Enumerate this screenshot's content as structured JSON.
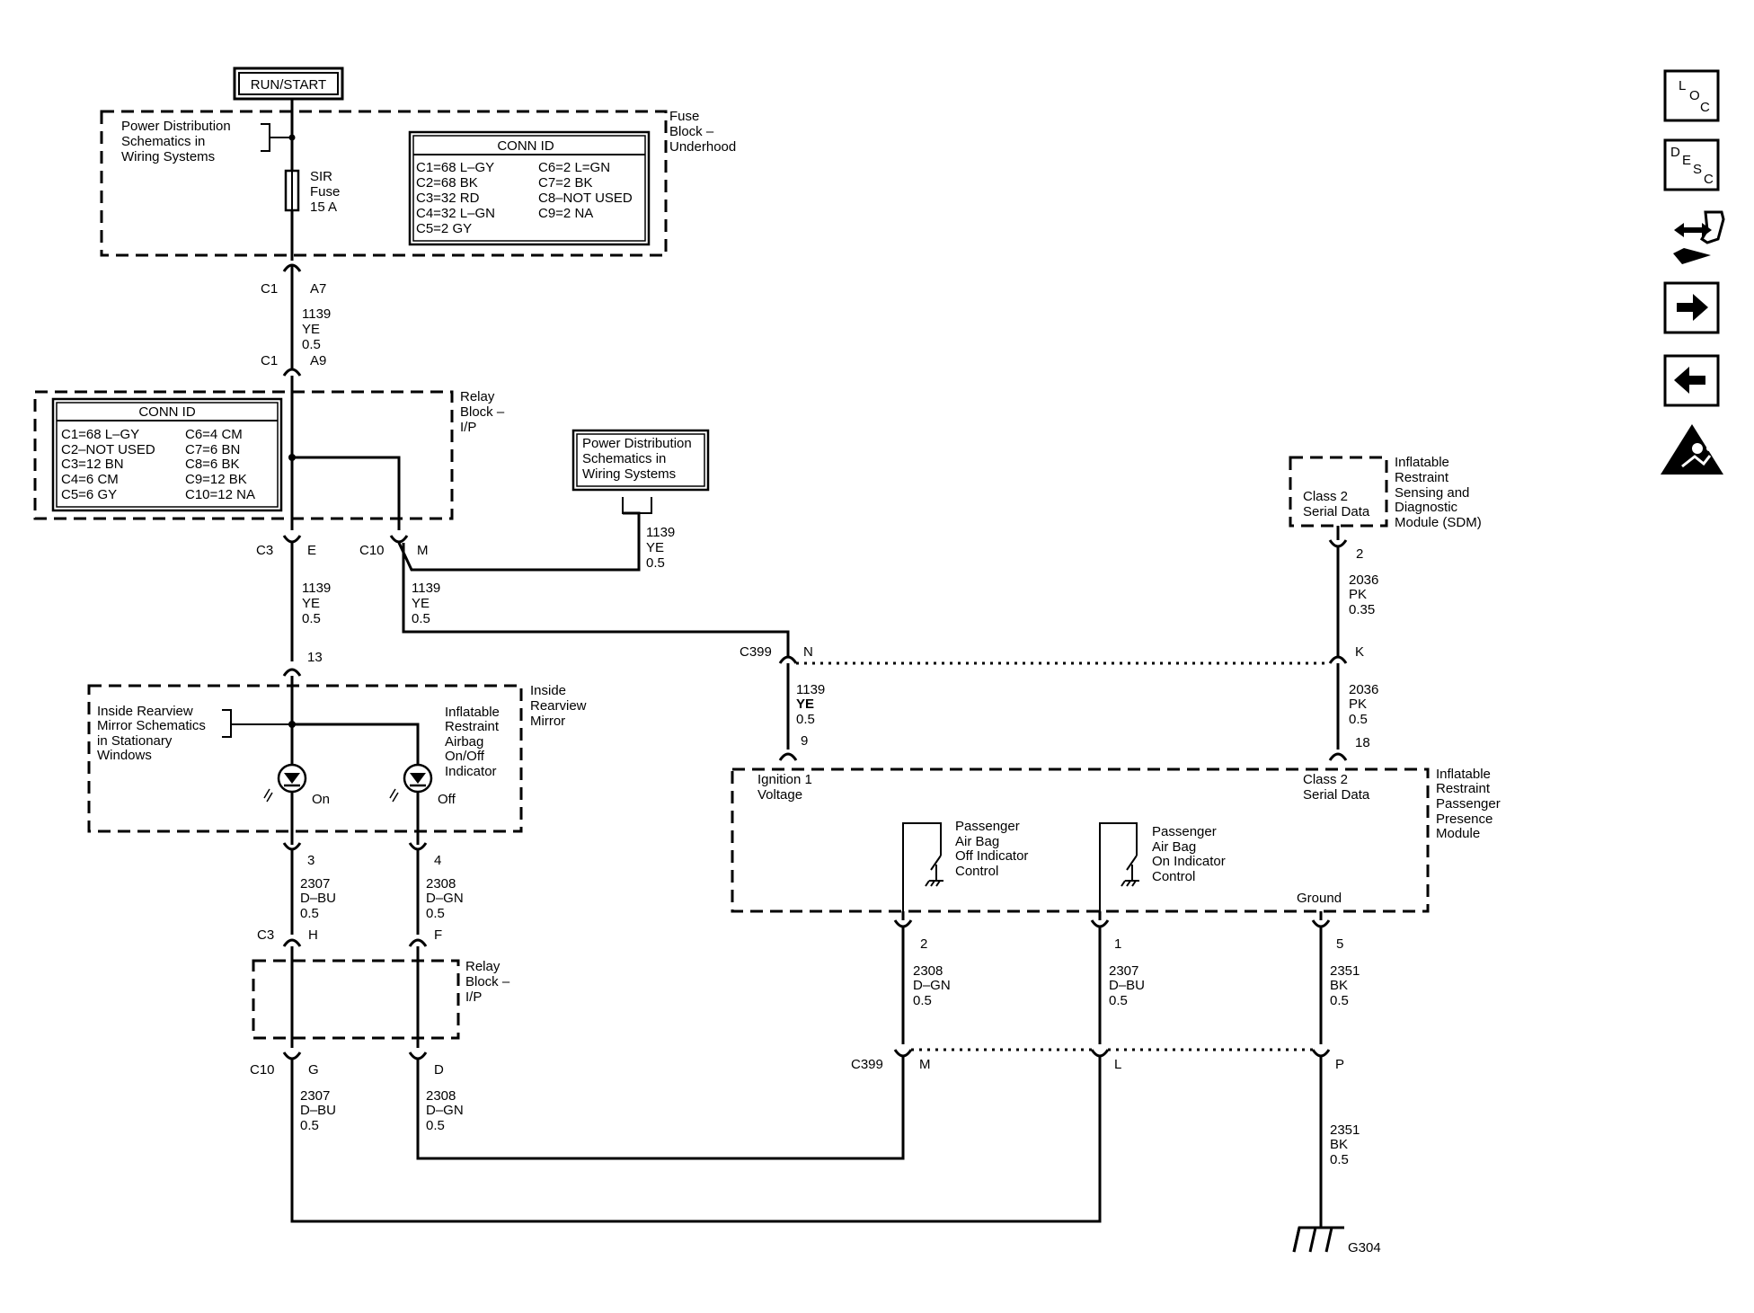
{
  "run_start": "RUN/START",
  "fuse_block": {
    "name": [
      "Fuse",
      "Block –",
      "Underhood"
    ],
    "note": [
      "Power Distribution",
      "Schematics in",
      "Wiring Systems"
    ],
    "fuse": [
      "SIR",
      "Fuse",
      "15 A"
    ],
    "conn_title": "CONN ID",
    "conn_left": [
      "C1=68 L–GY",
      "C2=68 BK",
      "C3=32 RD",
      "C4=32 L–GN",
      "C5=2 GY"
    ],
    "conn_right": [
      "C6=2 L=GN",
      "C7=2 BK",
      "C8–NOT USED",
      "C9=2 NA"
    ]
  },
  "relay_block_top": {
    "name": [
      "Relay",
      "Block –",
      "I/P"
    ],
    "conn_title": "CONN ID",
    "conn_left": [
      "C1=68 L–GY",
      "C2–NOT USED",
      "C3=12 BN",
      "C4=6 CM",
      "C5=6 GY"
    ],
    "conn_right": [
      "C6=4 CM",
      "C7=6 BN",
      "C8=6 BK",
      "C9=12 BK",
      "C10=12 NA"
    ]
  },
  "relay_block_bottom": {
    "name": [
      "Relay",
      "Block –",
      "I/P"
    ]
  },
  "power_dist_box": [
    "Power Distribution",
    "Schematics in",
    "Wiring Systems"
  ],
  "connectors": {
    "c1_a7": {
      "conn": "C1",
      "pin": "A7"
    },
    "c1_a9": {
      "conn": "C1",
      "pin": "A9"
    },
    "c3_e": {
      "conn": "C3",
      "pin": "E"
    },
    "c10_m": {
      "conn": "C10",
      "pin": "M"
    },
    "pin_13": "13",
    "pin_3": "3",
    "pin_4": "4",
    "c3_h": {
      "conn": "C3",
      "pin": "H"
    },
    "f": "F",
    "c10_g": {
      "conn": "C10",
      "pin": "G"
    },
    "d": "D",
    "c399_n": {
      "conn": "C399",
      "pin": "N"
    },
    "k": "K",
    "pin_9": "9",
    "pin_18": "18",
    "pin_2_sdm": "2",
    "pin_2": "2",
    "pin_1": "1",
    "pin_5": "5",
    "c399_m": {
      "conn": "C399",
      "pin": "M"
    },
    "l": "L",
    "p": "P"
  },
  "wires": {
    "w_fuse_out": [
      "1139",
      "YE",
      "0.5"
    ],
    "w_pd": [
      "1139",
      "YE",
      "0.5"
    ],
    "w_e": [
      "1139",
      "YE",
      "0.5"
    ],
    "w_m": [
      "1139",
      "YE",
      "0.5"
    ],
    "w_c399n": [
      "1139",
      "YE",
      "0.5"
    ],
    "w_sdm": [
      "2036",
      "PK",
      "0.35"
    ],
    "w_k": [
      "2036",
      "PK",
      "0.5"
    ],
    "w_3": [
      "2307",
      "D–BU",
      "0.5"
    ],
    "w_4": [
      "2308",
      "D–GN",
      "0.5"
    ],
    "w_g": [
      "2307",
      "D–BU",
      "0.5"
    ],
    "w_d": [
      "2308",
      "D–GN",
      "0.5"
    ],
    "w_pin2": [
      "2308",
      "D–GN",
      "0.5"
    ],
    "w_pin1": [
      "2307",
      "D–BU",
      "0.5"
    ],
    "w_pin5": [
      "2351",
      "BK",
      "0.5"
    ],
    "w_p": [
      "2351",
      "BK",
      "0.5"
    ]
  },
  "mirror": {
    "name": [
      "Inside",
      "Rearview",
      "Mirror"
    ],
    "note": [
      "Inside Rearview",
      "Mirror Schematics",
      "in Stationary",
      "Windows"
    ],
    "indicator": [
      "Inflatable",
      "Restraint",
      "Airbag",
      "On/Off",
      "Indicator"
    ],
    "on": "On",
    "off": "Off"
  },
  "sdm": {
    "inner": [
      "Class 2",
      "Serial Data"
    ],
    "name": [
      "Inflatable",
      "Restraint",
      "Sensing and",
      "Diagnostic",
      "Module (SDM)"
    ]
  },
  "ppm": {
    "name": [
      "Inflatable",
      "Restraint",
      "Passenger",
      "Presence",
      "Module"
    ],
    "ign": [
      "Ignition 1",
      "Voltage"
    ],
    "class2": [
      "Class 2",
      "Serial Data"
    ],
    "off_ctrl": [
      "Passenger",
      "Air Bag",
      "Off Indicator",
      "Control"
    ],
    "on_ctrl": [
      "Passenger",
      "Air Bag",
      "On Indicator",
      "Control"
    ],
    "ground": "Ground"
  },
  "ground_label": "G304",
  "nav": {
    "loc": [
      "L",
      "O",
      "C"
    ],
    "desc": [
      "D",
      "E",
      "S",
      "C"
    ],
    "icons": [
      "component-swap-icon",
      "next-arrow-icon",
      "prev-arrow-icon",
      "airbag-warning-icon"
    ]
  }
}
